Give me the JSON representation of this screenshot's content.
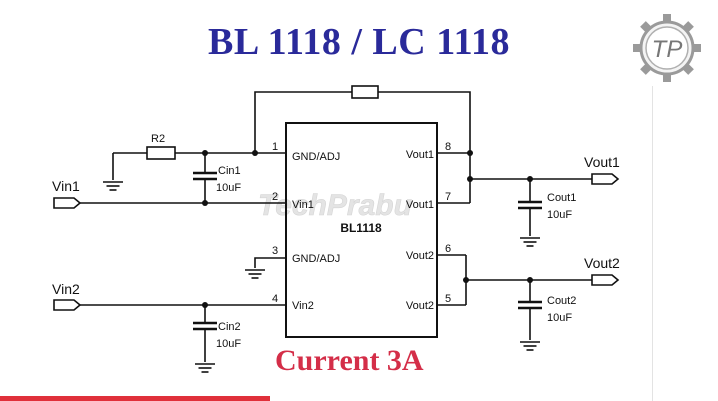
{
  "title": "BL 1118 / LC 1118",
  "subtitle": "Current 3A",
  "logo": {
    "text": "TP",
    "icon": "gear-logo-icon"
  },
  "watermark": "TechPrabu",
  "ic": {
    "name": "BL1118",
    "pins": [
      {
        "num": "1",
        "label": "GND/ADJ"
      },
      {
        "num": "2",
        "label": "Vin1"
      },
      {
        "num": "3",
        "label": "GND/ADJ"
      },
      {
        "num": "4",
        "label": "Vin2"
      },
      {
        "num": "5",
        "label": "Vout2"
      },
      {
        "num": "6",
        "label": "Vout2"
      },
      {
        "num": "7",
        "label": "Vout1"
      },
      {
        "num": "8",
        "label": "Vout1"
      }
    ]
  },
  "components": {
    "r2": {
      "name": "R2"
    },
    "cin1": {
      "name": "Cin1",
      "value": "10uF"
    },
    "cin2": {
      "name": "Cin2",
      "value": "10uF"
    },
    "cout1": {
      "name": "Cout1",
      "value": "10uF"
    },
    "cout2": {
      "name": "Cout2",
      "value": "10uF"
    }
  },
  "ports": {
    "vin1": "Vin1",
    "vin2": "Vin2",
    "vout1": "Vout1",
    "vout2": "Vout2"
  },
  "colors": {
    "title": "#2a2a9a",
    "subtitle": "#d42e48",
    "wire": "#111111",
    "accent_bar": "#e0303a"
  }
}
